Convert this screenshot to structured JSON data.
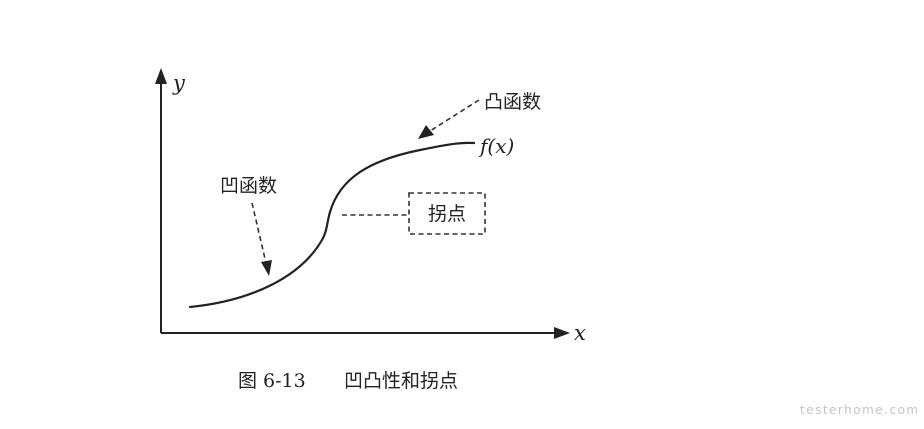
{
  "axes": {
    "y_label": "y",
    "x_label": "x"
  },
  "curve": {
    "label": "f(x)"
  },
  "annotations": {
    "convex": "凸函数",
    "concave": "凹函数",
    "inflection": "拐点"
  },
  "caption": {
    "number": "图 6-13",
    "title": "凹凸性和拐点"
  },
  "watermark": "testerhome.com"
}
